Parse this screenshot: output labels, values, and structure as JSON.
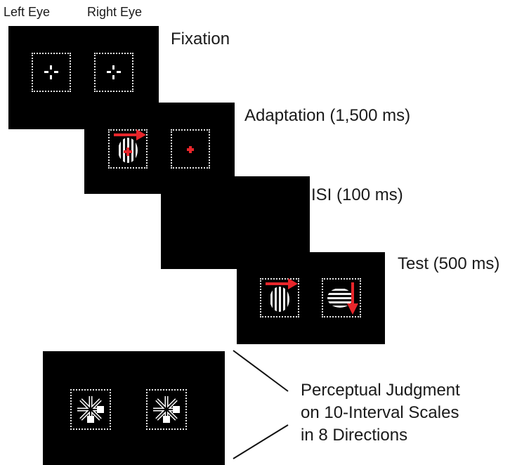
{
  "eye_labels": {
    "left": "Left Eye",
    "right": "Right Eye"
  },
  "stages": [
    {
      "label": "Fixation"
    },
    {
      "label": "Adaptation (1,500 ms)"
    },
    {
      "label": "ISI (100 ms)"
    },
    {
      "label": "Test (500 ms)"
    }
  ],
  "judgment": {
    "lines": [
      "Perceptual Judgment",
      "on 10-Interval Scales",
      "in 8 Directions"
    ]
  },
  "colors": {
    "panel": "#000000",
    "frame": "#e6e6e6",
    "arrow": "#e8262b",
    "fixation_cross": "#ffffff",
    "adapt_cross": "#e8262b"
  },
  "icons": {
    "fixation": "fixation-cross-icon",
    "motion_right": "arrow-right-icon",
    "motion_down": "arrow-down-icon",
    "response": "eight-direction-scale-icon"
  }
}
